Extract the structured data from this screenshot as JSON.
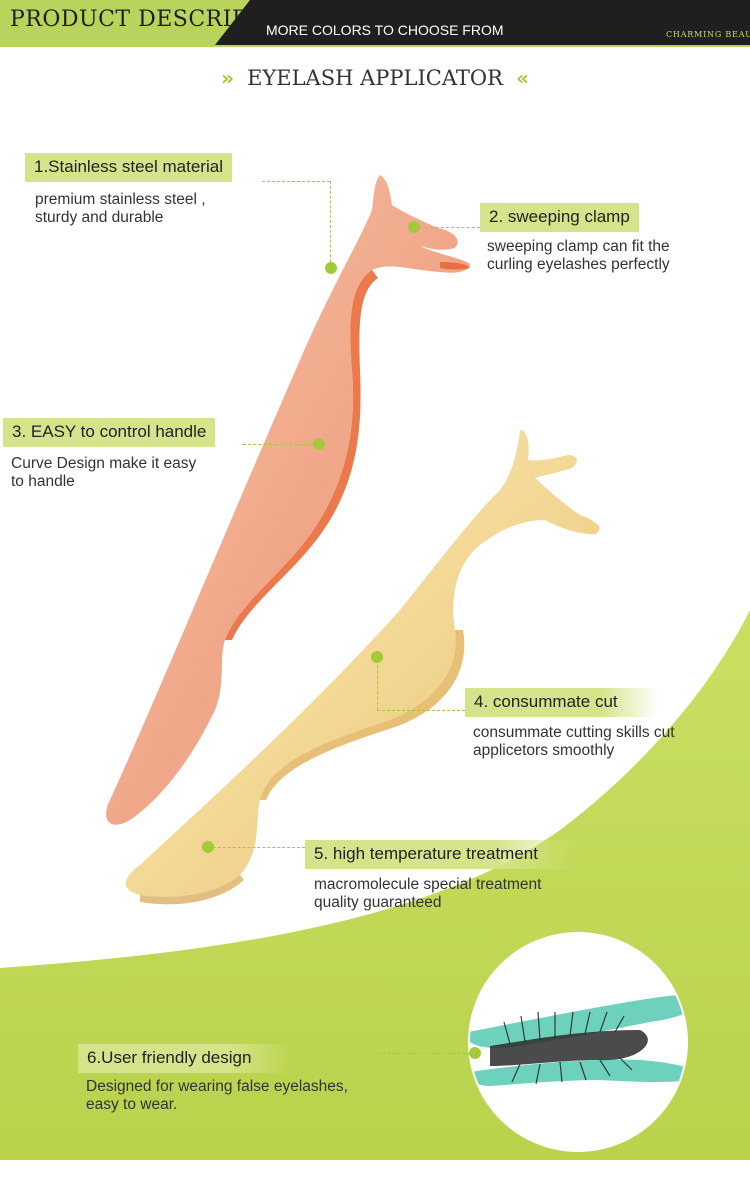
{
  "header": {
    "tab_label": "PRODUCT DESCRIPTION",
    "subtitle": "MORE COLORS TO CHOOSE FROM",
    "brand": "CHARMING BEAUTY"
  },
  "title": {
    "left_chevron": "»",
    "text": "EYELASH APPLICATOR",
    "right_chevron": "«"
  },
  "features": [
    {
      "title": "1.Stainless steel material",
      "desc": [
        "premium stainless steel ,",
        "sturdy and durable"
      ]
    },
    {
      "title": "2. sweeping clamp",
      "desc": [
        "sweeping clamp can fit the",
        "curling eyelashes perfectly"
      ]
    },
    {
      "title": "3. EASY to control handle",
      "desc": [
        "Curve Design make it easy",
        "to handle"
      ]
    },
    {
      "title": "4. consummate cut",
      "desc": [
        "consummate cutting skills cut",
        "applicetors smoothly"
      ]
    },
    {
      "title": "5. high temperature treatment",
      "desc": [
        "macromolecule special treatment",
        "quality guaranteed"
      ]
    },
    {
      "title": "6.User friendly design",
      "desc": [
        "Designed for wearing false eyelashes,",
        "easy to wear."
      ]
    }
  ],
  "colors": {
    "accent": "#a6c93b",
    "label_bg": "#d5e48a",
    "header_bg": "#1f1f1f",
    "rose_gold": "#f0a585",
    "gold": "#f3d896",
    "mint": "#6ed1bd"
  }
}
